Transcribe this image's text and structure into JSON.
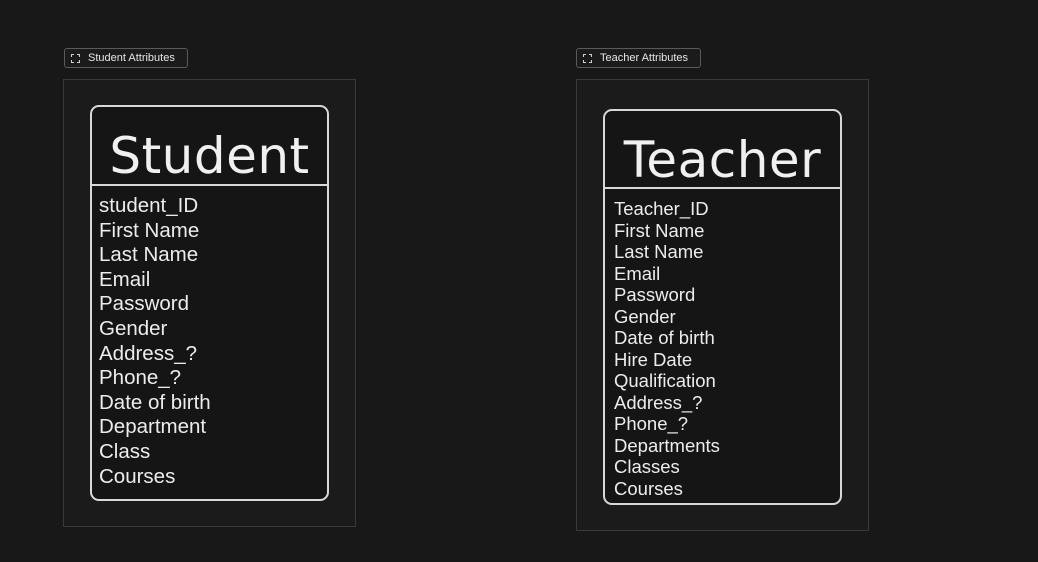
{
  "frames": [
    {
      "label": "Student Attributes",
      "entity": {
        "title": "Student",
        "attributes": [
          "student_ID",
          "First Name",
          "Last Name",
          "Email",
          "Password",
          "Gender",
          "Address_?",
          "Phone_?",
          "Date of birth",
          "Department",
          "Class",
          "Courses"
        ]
      }
    },
    {
      "label": "Teacher Attributes",
      "entity": {
        "title": "Teacher",
        "attributes": [
          "Teacher_ID",
          "First Name",
          "Last Name",
          "Email",
          "Password",
          "Gender",
          "Date of birth",
          "Hire Date",
          "Qualification",
          "Address_?",
          "Phone_?",
          "Departments",
          "Classes",
          "Courses"
        ]
      }
    }
  ]
}
